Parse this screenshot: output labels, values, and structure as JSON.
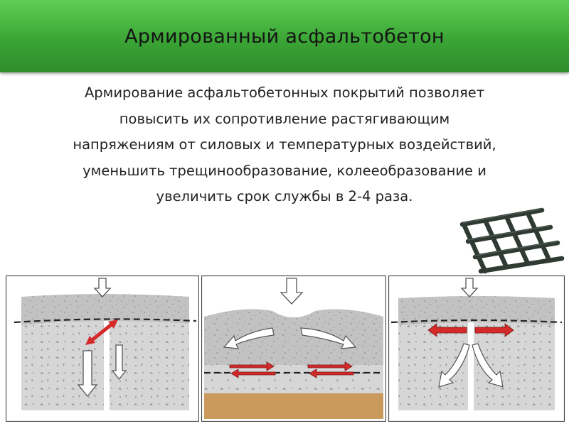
{
  "slide": {
    "title": "Армированный асфальтобетон",
    "body_lines": [
      "Армирование асфальтобетонных покрытий позволяет",
      "повысить их сопротивление растягивающим",
      "напряжениям от силовых и температурных воздействий,",
      "уменьшить трещинообразование, колееобразование и",
      "увеличить срок службы в 2-4 раза."
    ]
  },
  "colors": {
    "title_bar": "#3ba535",
    "arrow_red": "#d42a2a",
    "asphalt": "#c7c7c7",
    "base": "#d9d9d9",
    "subgrade": "#c99a5c",
    "geogrid": "#2f3a33"
  },
  "illustrations": {
    "geogrid_photo": "geogrid-image",
    "panels": [
      "crack-propagation-panel",
      "rutting-panel",
      "reinforced-crack-panel"
    ]
  }
}
